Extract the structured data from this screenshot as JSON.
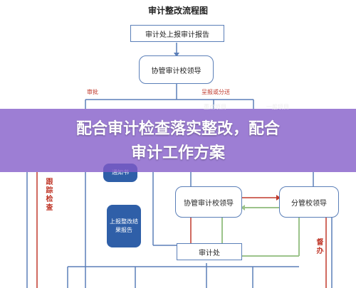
{
  "diagram": {
    "title": "审计整改流程图",
    "nodes": {
      "report": "审计处上报审计报告",
      "leader_top": "协管审计校领导",
      "leader_mid": "协管审计校领导",
      "leader_right": "分管校领导",
      "audit_office": "审计处"
    },
    "labels": {
      "approve": "审批",
      "submit_dispatch": "呈报或分送",
      "key_item": "重点项目",
      "general_item": "一般项目",
      "follow_check": "跟踪检查",
      "supervise": "督办"
    },
    "callouts": {
      "notice": "通知书",
      "report_result": "上报整改结果报告"
    }
  },
  "banner": {
    "line1": "配合审计检查落实整改，配合",
    "line2": "审计工作方案"
  },
  "colors": {
    "line_blue": "#5b7fb8",
    "line_red": "#c0392b",
    "line_green": "#9bc38a",
    "banner": "#825ac8"
  }
}
